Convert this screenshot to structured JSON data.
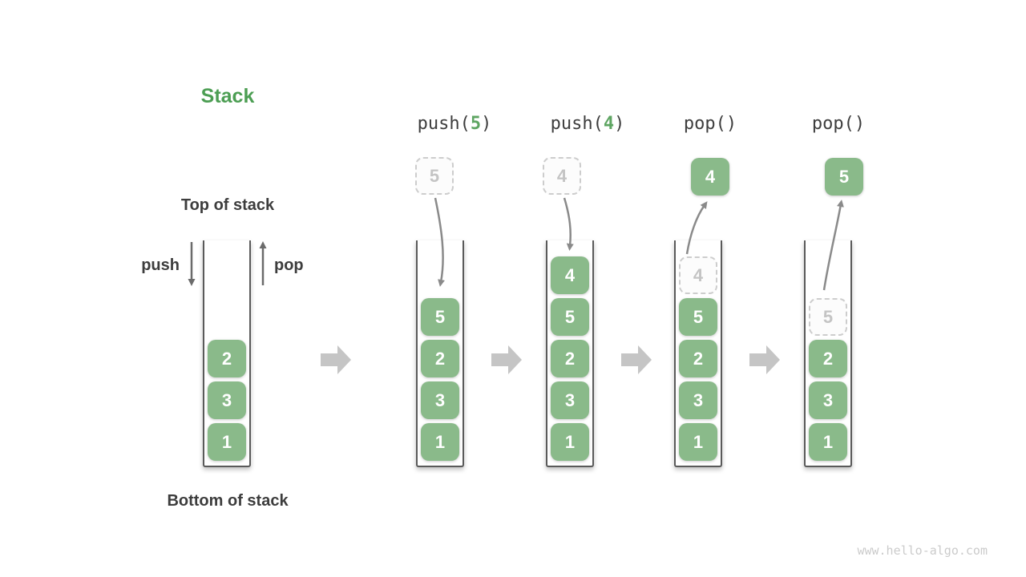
{
  "title": "Stack",
  "watermark": "www.hello-algo.com",
  "legend": {
    "top": "Top of stack",
    "bottom": "Bottom of stack",
    "push": "push",
    "pop": "pop"
  },
  "operations": [
    {
      "prefix": "push(",
      "arg": "5",
      "suffix": ")"
    },
    {
      "prefix": "push(",
      "arg": "4",
      "suffix": ")"
    },
    {
      "prefix": "pop(",
      "arg": "",
      "suffix": ")"
    },
    {
      "prefix": "pop(",
      "arg": "",
      "suffix": ")"
    }
  ],
  "stacks": {
    "initial": {
      "cells": [
        "2",
        "3",
        "1"
      ]
    },
    "after_push_5": {
      "incoming": "5",
      "cells": [
        "5",
        "2",
        "3",
        "1"
      ]
    },
    "after_push_4": {
      "incoming": "4",
      "cells": [
        "4",
        "5",
        "2",
        "3",
        "1"
      ]
    },
    "after_pop_4": {
      "popped": "4",
      "ghost": "4",
      "cells": [
        "5",
        "2",
        "3",
        "1"
      ]
    },
    "after_pop_5": {
      "popped": "5",
      "ghost": "5",
      "cells": [
        "2",
        "3",
        "1"
      ]
    }
  },
  "colors": {
    "cell_green": "#8ABA8A",
    "title_green": "#4C9E53",
    "arg_green": "#5EA562",
    "text_dark": "#3D3D3D",
    "flow_arrow_gray": "#8A8A8A",
    "push_pop_arrow_gray": "#6B6B6B",
    "transition_arrow_gray": "#C5C5C5",
    "ghost_gray": "#C4C4C4",
    "wall_gray": "#5A5A5A",
    "watermark_gray": "#CBCBCB"
  }
}
